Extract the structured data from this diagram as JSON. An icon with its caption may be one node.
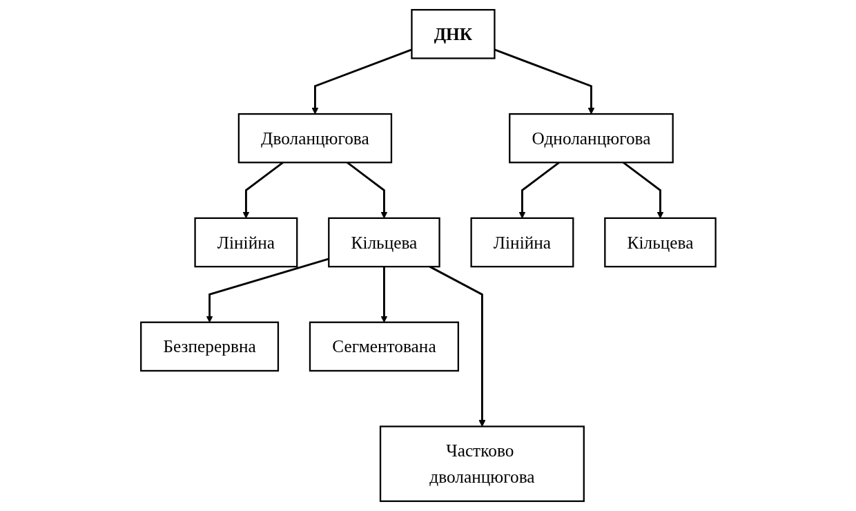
{
  "diagram": {
    "nodes": [
      {
        "text": [
          "ДНК"
        ]
      },
      {
        "text": [
          "Дволанцюгова"
        ]
      },
      {
        "text": [
          "Одноланцюгова"
        ]
      },
      {
        "text": [
          "Лінійна"
        ]
      },
      {
        "text": [
          "Кільцева"
        ]
      },
      {
        "text": [
          "Лінійна"
        ]
      },
      {
        "text": [
          "Кільцева"
        ]
      },
      {
        "text": [
          "Безперервна"
        ]
      },
      {
        "text": [
          "Сегментована"
        ]
      },
      {
        "text": [
          "Частково дволанцюгова"
        ]
      }
    ],
    "edges": [
      {
        "from": 0,
        "to": 1,
        "arrow": "to"
      },
      {
        "from": 0,
        "to": 2,
        "arrow": "to"
      },
      {
        "from": 1,
        "to": 3,
        "arrow": "to"
      },
      {
        "from": 1,
        "to": 4,
        "arrow": "to"
      },
      {
        "from": 2,
        "to": 5,
        "arrow": "to"
      },
      {
        "from": 2,
        "to": 6,
        "arrow": "to"
      },
      {
        "from": 4,
        "to": 7,
        "arrow": "to"
      },
      {
        "from": 4,
        "to": 9,
        "arrow": "to"
      },
      {
        "from": 4,
        "to": 8,
        "arrow": "to"
      }
    ]
  }
}
